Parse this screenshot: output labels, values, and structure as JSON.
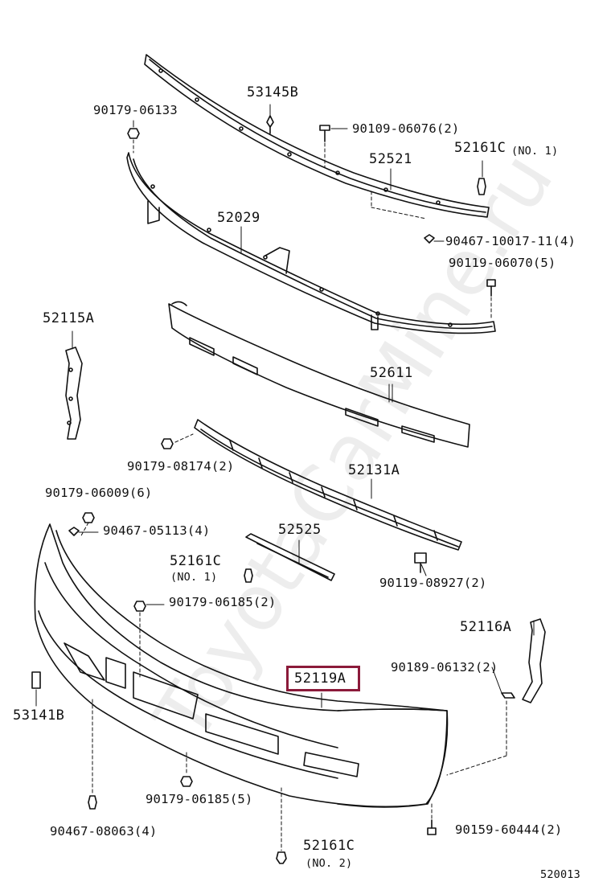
{
  "watermark": "ToyotaCarMine.ru",
  "diagram_code": "520013",
  "labels": {
    "p53145B": "53145B",
    "p90179_06133": "90179-06133",
    "p90109_06076": "90109-06076(2)",
    "p52521": "52521",
    "p52161C_top": "52161C",
    "no1_top": "(NO. 1)",
    "p52029": "52029",
    "p90467_10017": "90467-10017-11(4)",
    "p90119_06070": "90119-06070(5)",
    "p52115A": "52115A",
    "p52611": "52611",
    "p90179_08174": "90179-08174(2)",
    "p52131A": "52131A",
    "p90179_06009": "90179-06009(6)",
    "p90467_05113": "90467-05113(4)",
    "p52525": "52525",
    "p52161C_mid": "52161C",
    "no1_mid": "(NO. 1)",
    "p90119_08927": "90119-08927(2)",
    "p90179_06185_a": "90179-06185(2)",
    "p52116A": "52116A",
    "p90189_06132": "90189-06132(2)",
    "p52119A": "52119A",
    "p53141B": "53141B",
    "p90179_06185_b": "90179-06185(5)",
    "p90467_08063": "90467-08063(4)",
    "p90159_60444": "90159-60444(2)",
    "p52161C_bot": "52161C",
    "no2_bot": "(NO. 2)"
  }
}
